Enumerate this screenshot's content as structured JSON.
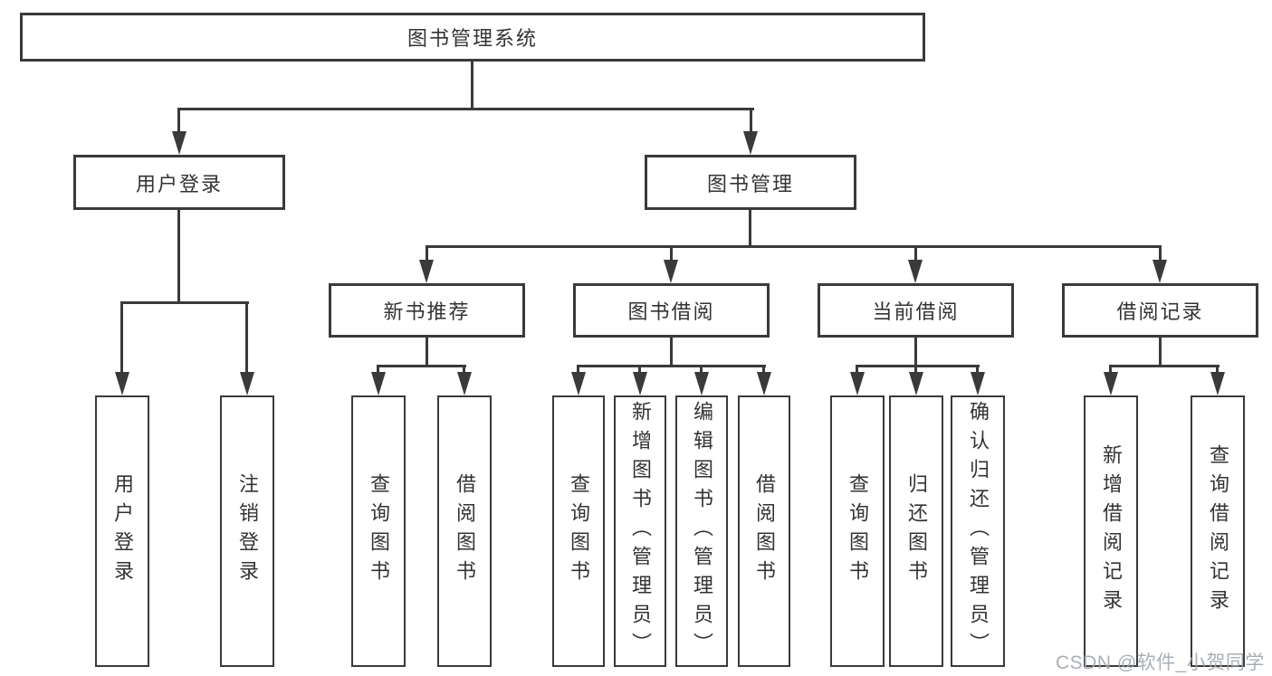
{
  "tree": {
    "root": {
      "label": "图书管理系统",
      "children": [
        {
          "label": "用户登录",
          "children": [
            {
              "label": "用户登录"
            },
            {
              "label": "注销登录"
            }
          ]
        },
        {
          "label": "图书管理",
          "children": [
            {
              "label": "新书推荐",
              "children": [
                {
                  "label": "查询图书"
                },
                {
                  "label": "借阅图书"
                }
              ]
            },
            {
              "label": "图书借阅",
              "children": [
                {
                  "label": "查询图书"
                },
                {
                  "label": "新增图书（管理员）"
                },
                {
                  "label": "编辑图书（管理员）"
                },
                {
                  "label": "借阅图书"
                }
              ]
            },
            {
              "label": "当前借阅",
              "children": [
                {
                  "label": "查询图书"
                },
                {
                  "label": "归还图书"
                },
                {
                  "label": "确认归还（管理员）"
                }
              ]
            },
            {
              "label": "借阅记录",
              "children": [
                {
                  "label": "新增借阅记录"
                },
                {
                  "label": "查询借阅记录"
                }
              ]
            }
          ]
        }
      ]
    }
  },
  "watermark": {
    "text": "CSDN @软件_小贺同学"
  },
  "colors": {
    "line": "#3a3a3a",
    "text": "#333333",
    "background": "#ffffff",
    "watermark": "#9ea6ad"
  }
}
